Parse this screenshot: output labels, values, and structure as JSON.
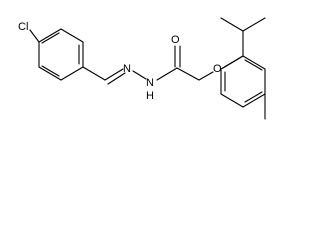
{
  "molecule": {
    "atoms": {
      "chlorine": "Cl",
      "hydrazone_nitrogen": "N",
      "amide_nitrogen": "N",
      "amide_hydrogen": "H",
      "carbonyl_oxygen": "O",
      "ether_oxygen": "O"
    },
    "colors": {
      "bond": "#000000",
      "label": "#000000",
      "background": "#ffffff"
    }
  }
}
